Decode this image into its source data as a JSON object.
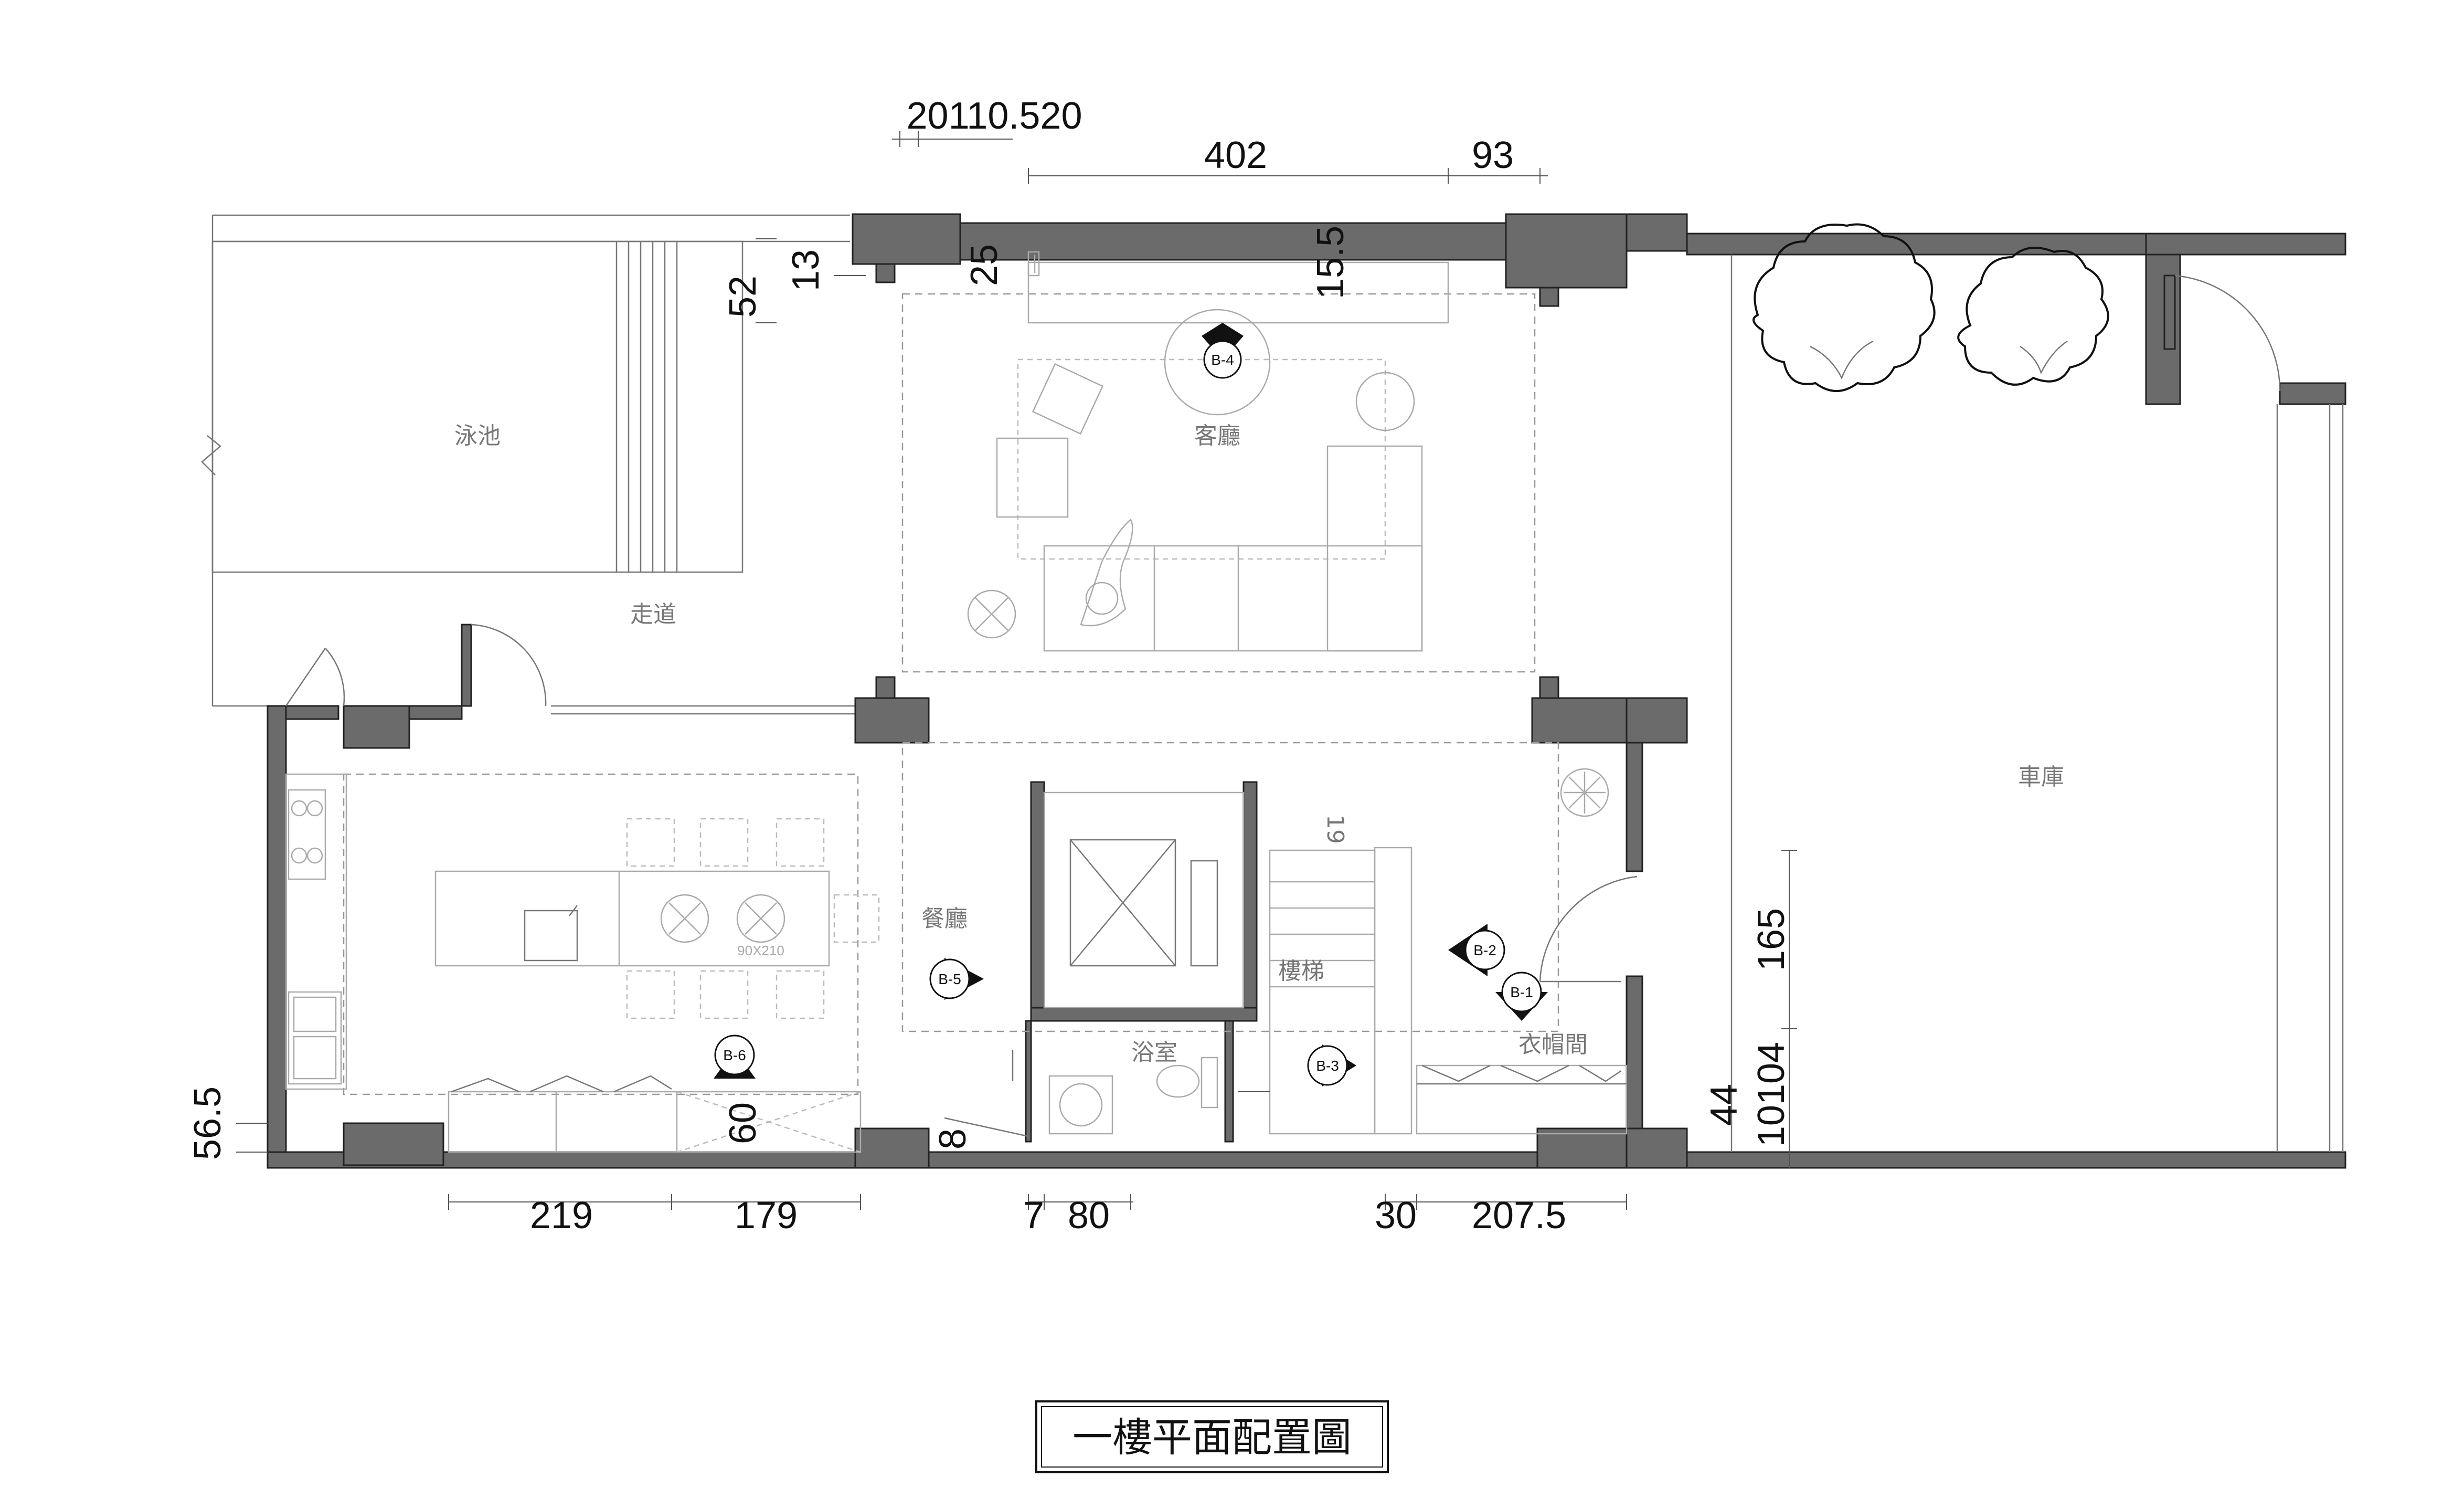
{
  "title": "一樓平面配置圖",
  "rooms": {
    "pool": "泳池",
    "corridor": "走道",
    "living": "客廳",
    "garage": "車庫",
    "dining": "餐廳",
    "stairs": "樓梯",
    "bathroom": "浴室",
    "cloakroom": "衣帽間",
    "island_size": "90X210"
  },
  "tags": {
    "b1": "B-1",
    "b2": "B-2",
    "b3": "B-3",
    "b4": "B-4",
    "b5": "B-5",
    "b6": "B-6"
  },
  "dimensions": {
    "top_left": "20110.520",
    "top_402": "402",
    "top_93": "93",
    "v_52": "52",
    "v_13": "13",
    "v_25": "25",
    "v_15_5": "15.5",
    "v_19": "19",
    "v_165": "165",
    "v_10104": "10104",
    "v_44": "44",
    "v_56_5": "56.5",
    "v_60": "60",
    "v_8": "8",
    "b_219": "219",
    "b_179": "179",
    "b_7": "7",
    "b_80": "80",
    "b_30": "30",
    "b_207_5": "207.5"
  }
}
